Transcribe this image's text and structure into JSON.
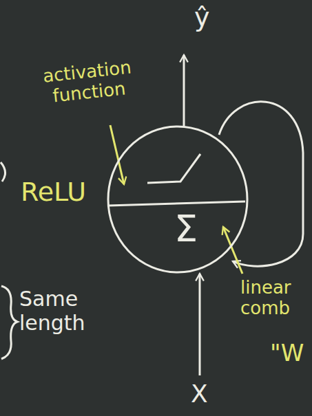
{
  "diagram": {
    "nodes": [
      {
        "text": [
          "Σ"
        ]
      }
    ],
    "labels": [
      "ŷ",
      "activation function",
      "ReLU",
      "linear comb",
      "\"W",
      "Same length",
      "X"
    ]
  }
}
